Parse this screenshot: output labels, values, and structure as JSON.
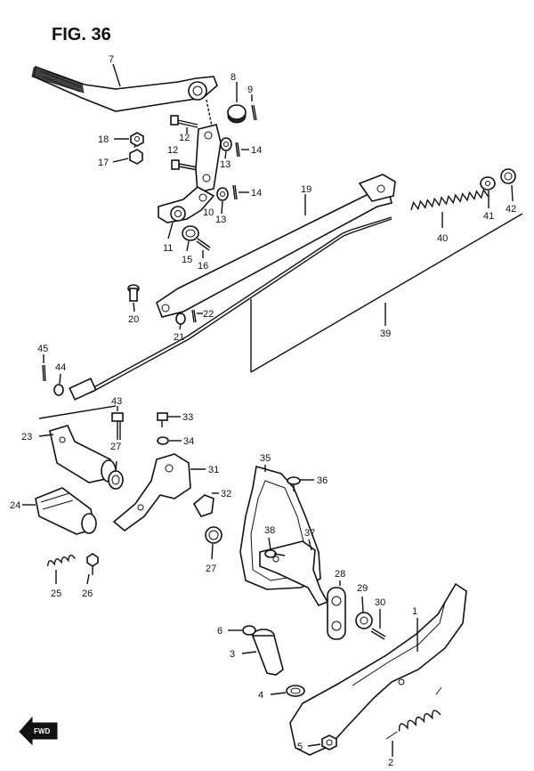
{
  "figure": {
    "title": "FIG. 36"
  },
  "forward_label": "FWD",
  "callouts": {
    "c1": "1",
    "c2": "2",
    "c3": "3",
    "c4": "4",
    "c5": "5",
    "c6": "6",
    "c7": "7",
    "c8": "8",
    "c9": "9",
    "c10": "10",
    "c11": "11",
    "c12a": "12",
    "c12b": "12",
    "c13a": "13",
    "c13b": "13",
    "c14a": "14",
    "c14b": "14",
    "c15": "15",
    "c16": "16",
    "c17": "17",
    "c18": "18",
    "c19": "19",
    "c20": "20",
    "c21": "21",
    "c22": "22",
    "c23": "23",
    "c24": "24",
    "c25": "25",
    "c26": "26",
    "c27a": "27",
    "c27b": "27",
    "c28": "28",
    "c29": "29",
    "c30": "30",
    "c31": "31",
    "c32": "32",
    "c33": "33",
    "c34": "34",
    "c35": "35",
    "c36": "36",
    "c37": "37",
    "c38": "38",
    "c39": "39",
    "c40": "40",
    "c41": "41",
    "c42": "42",
    "c43": "43",
    "c44": "44",
    "c45": "45"
  }
}
